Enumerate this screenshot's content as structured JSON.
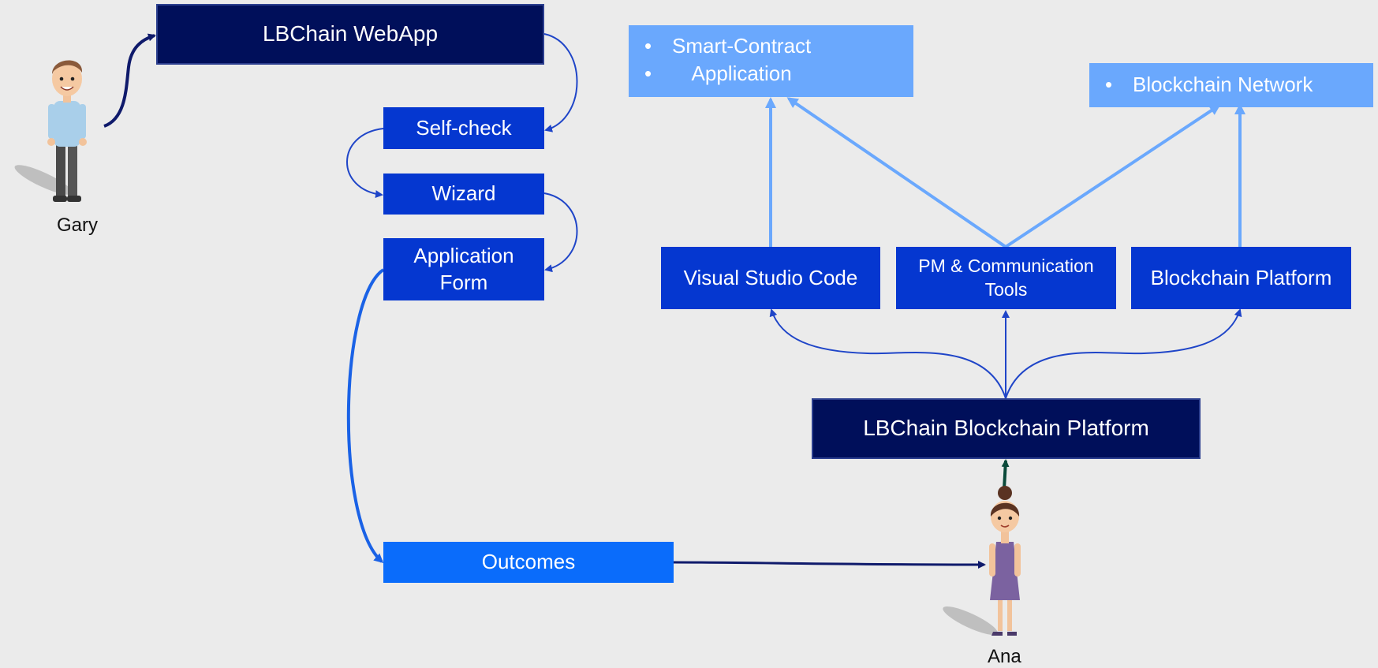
{
  "title_box": "LBChain WebApp",
  "webapp_steps": {
    "self_check": "Self-check",
    "wizard": "Wizard",
    "application_form": "Application Form",
    "outcomes": "Outcomes"
  },
  "targets": {
    "left": [
      "Smart-Contract",
      "Application"
    ],
    "right": [
      "Blockchain Network"
    ]
  },
  "tools": {
    "vscode": "Visual Studio Code",
    "pm_tools": "PM & Communication Tools",
    "blockchain_platform": "Blockchain Platform"
  },
  "platform": "LBChain Blockchain Platform",
  "people": {
    "gary": "Gary",
    "ana": "Ana"
  },
  "colors": {
    "dark_navy": "#000f5a",
    "royal_blue": "#0537d0",
    "bright_blue": "#0a6cfb",
    "light_blue": "#6aa8fd",
    "background": "#ebebeb"
  }
}
